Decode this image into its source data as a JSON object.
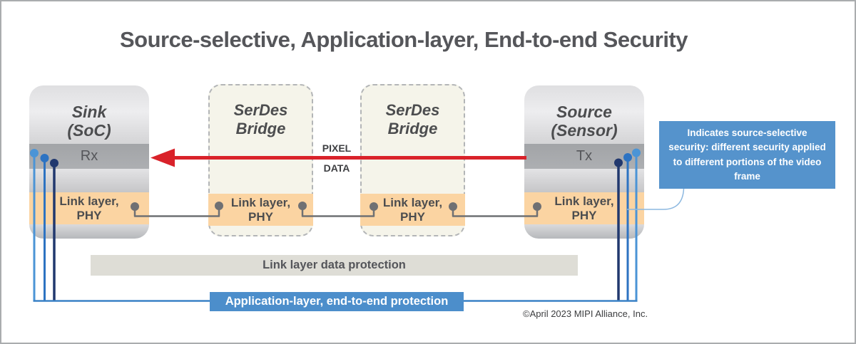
{
  "title": "Source-selective, Application-layer, End-to-end Security",
  "boxes": {
    "sink": {
      "name_line1": "Sink",
      "name_line2": "(SoC)",
      "port": "Rx",
      "link_line1": "Link layer,",
      "link_line2": "PHY"
    },
    "serdes1": {
      "name_line1": "SerDes",
      "name_line2": "Bridge",
      "link_line1": "Link layer,",
      "link_line2": "PHY"
    },
    "serdes2": {
      "name_line1": "SerDes",
      "name_line2": "Bridge",
      "link_line1": "Link layer,",
      "link_line2": "PHY"
    },
    "source": {
      "name_line1": "Source",
      "name_line2": "(Sensor)",
      "port": "Tx",
      "link_line1": "Link layer,",
      "link_line2": "PHY"
    }
  },
  "arrow": {
    "label_line1": "PIXEL",
    "label_line2": "DATA"
  },
  "callout": {
    "text": "Indicates source-selective security: different security applied to different portions of the video frame"
  },
  "bars": {
    "link_layer": "Link layer data protection",
    "app_layer": "Application-layer, end-to-end protection"
  },
  "footer": {
    "copyright": "©April 2023 MIPI Alliance, Inc."
  },
  "colors": {
    "title_gray": "#55565a",
    "box_text": "#4c4d4f",
    "orange": "#fbd4a2",
    "cream": "#f5f4ea",
    "red": "#d9222a",
    "callout_blue": "#5593cc",
    "bar_blue": "#4c8ecb",
    "bar_gray": "#deddd6",
    "pin_light": "#4b94d6",
    "pin_mid": "#2d73c2",
    "pin_navy": "#21386e",
    "line_blue": "#3b82c6",
    "connector_gray": "#6f7073",
    "pointer_blue": "#8cb8e0"
  }
}
